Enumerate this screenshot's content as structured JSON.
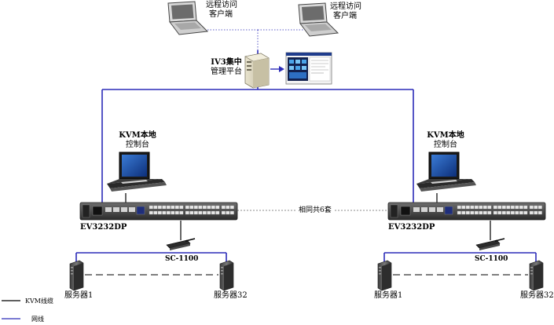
{
  "remote_clients": [
    {
      "line1": "远程访问",
      "line2": "客户端"
    },
    {
      "line1": "远程访问",
      "line2": "客户端"
    }
  ],
  "central_platform": {
    "line1": "IV3集中",
    "line2": "管理平台"
  },
  "local_consoles": [
    {
      "line1": "KVM本地",
      "line2": "控制台"
    },
    {
      "line1": "KVM本地",
      "line2": "控制台"
    }
  ],
  "switches": [
    {
      "model": "EV3232DP"
    },
    {
      "model": "EV3232DP"
    }
  ],
  "cluster_note": "相同共6套",
  "adapters": [
    {
      "model": "SC-1100"
    },
    {
      "model": "SC-1100"
    }
  ],
  "servers": [
    {
      "first": "服务器1",
      "last": "服务器32"
    },
    {
      "first": "服务器1",
      "last": "服务器32"
    }
  ],
  "legend": {
    "items": [
      {
        "label": "KVM线缆",
        "color": "#000000"
      },
      {
        "label": "网线",
        "color": "#2b2bb8"
      }
    ]
  },
  "colors": {
    "network": "#2b2bb8",
    "kvm": "#000000",
    "dashed": "#555555"
  }
}
